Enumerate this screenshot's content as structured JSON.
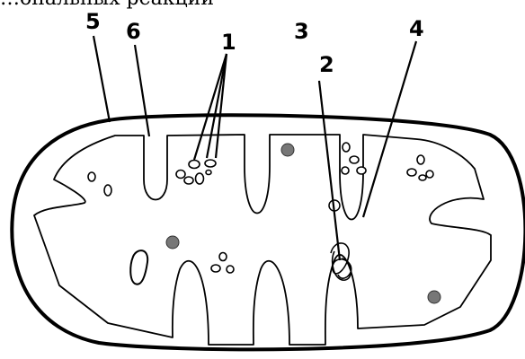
{
  "caption_fragment": "…ональных реакций",
  "labels": {
    "l1": "1",
    "l2": "2",
    "l3": "3",
    "l4": "4",
    "l5": "5",
    "l6": "6"
  },
  "colors": {
    "stroke": "#000000",
    "background": "#ffffff",
    "granule": "#777777"
  }
}
